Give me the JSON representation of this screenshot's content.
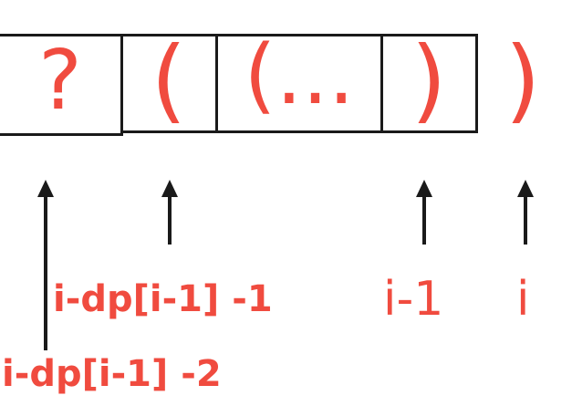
{
  "cells": [
    "?",
    "(",
    "(...",
    ")",
    ")"
  ],
  "labels": {
    "start_minus_one": "i-dp[i-1] -1",
    "start_minus_two": "i-dp[i-1] -2",
    "prev": "i-1",
    "current": "i"
  },
  "colors": {
    "accent": "#f04b3f",
    "stroke": "#1a1a1a",
    "background": "#ffffff"
  }
}
